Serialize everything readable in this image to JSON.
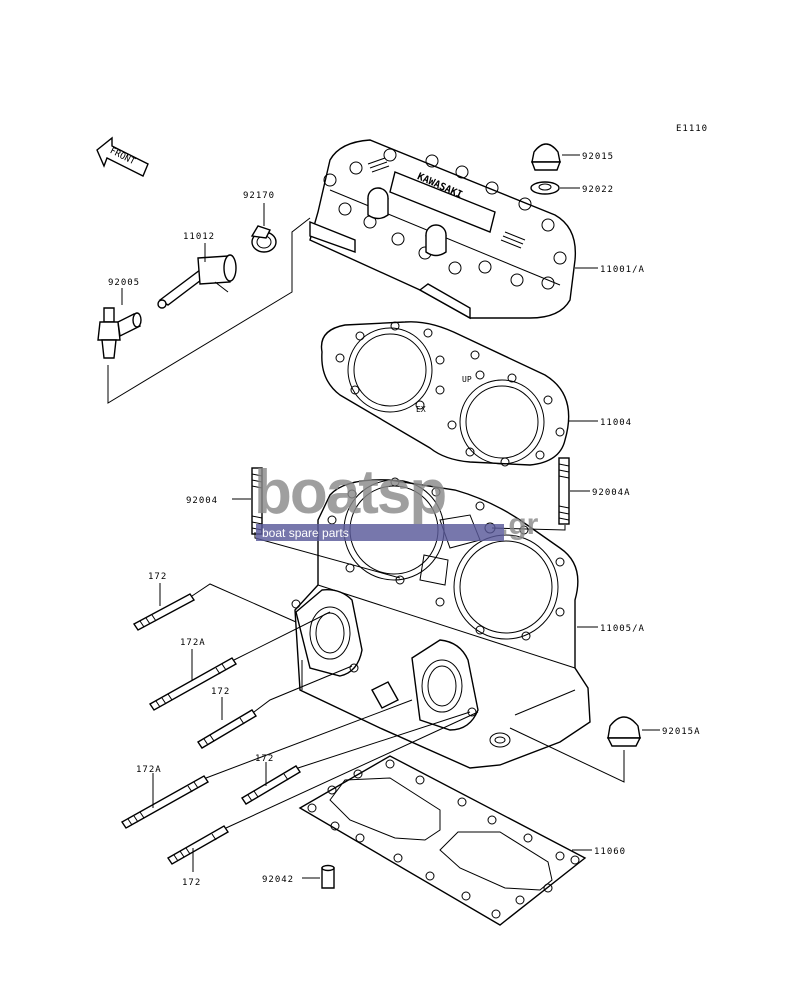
{
  "diagram_code": "E1110",
  "front_label": "FRONT",
  "cover_lettering": "KAWASAKI",
  "gasket_marks": {
    "up": "UP",
    "ex": "EX"
  },
  "watermark": {
    "brand": "boatsp",
    "suffix": ".gr",
    "tagline": "boat spare parts",
    "colors": {
      "brand": "#8a8a8a",
      "accent": "#5a5a9a"
    }
  },
  "labels": {
    "p92015": "92015",
    "p92022": "92022",
    "p11001": "11001/A",
    "p92170": "92170",
    "p11012": "11012",
    "p92005": "92005",
    "p11004": "11004",
    "p92004": "92004",
    "p92004a": "92004A",
    "p11005": "11005/A",
    "p172_1": "172",
    "p172a_1": "172A",
    "p172_2": "172",
    "p172a_2": "172A",
    "p172_3": "172",
    "p172_4": "172",
    "p92015a": "92015A",
    "p11060": "11060",
    "p92042": "92042"
  }
}
